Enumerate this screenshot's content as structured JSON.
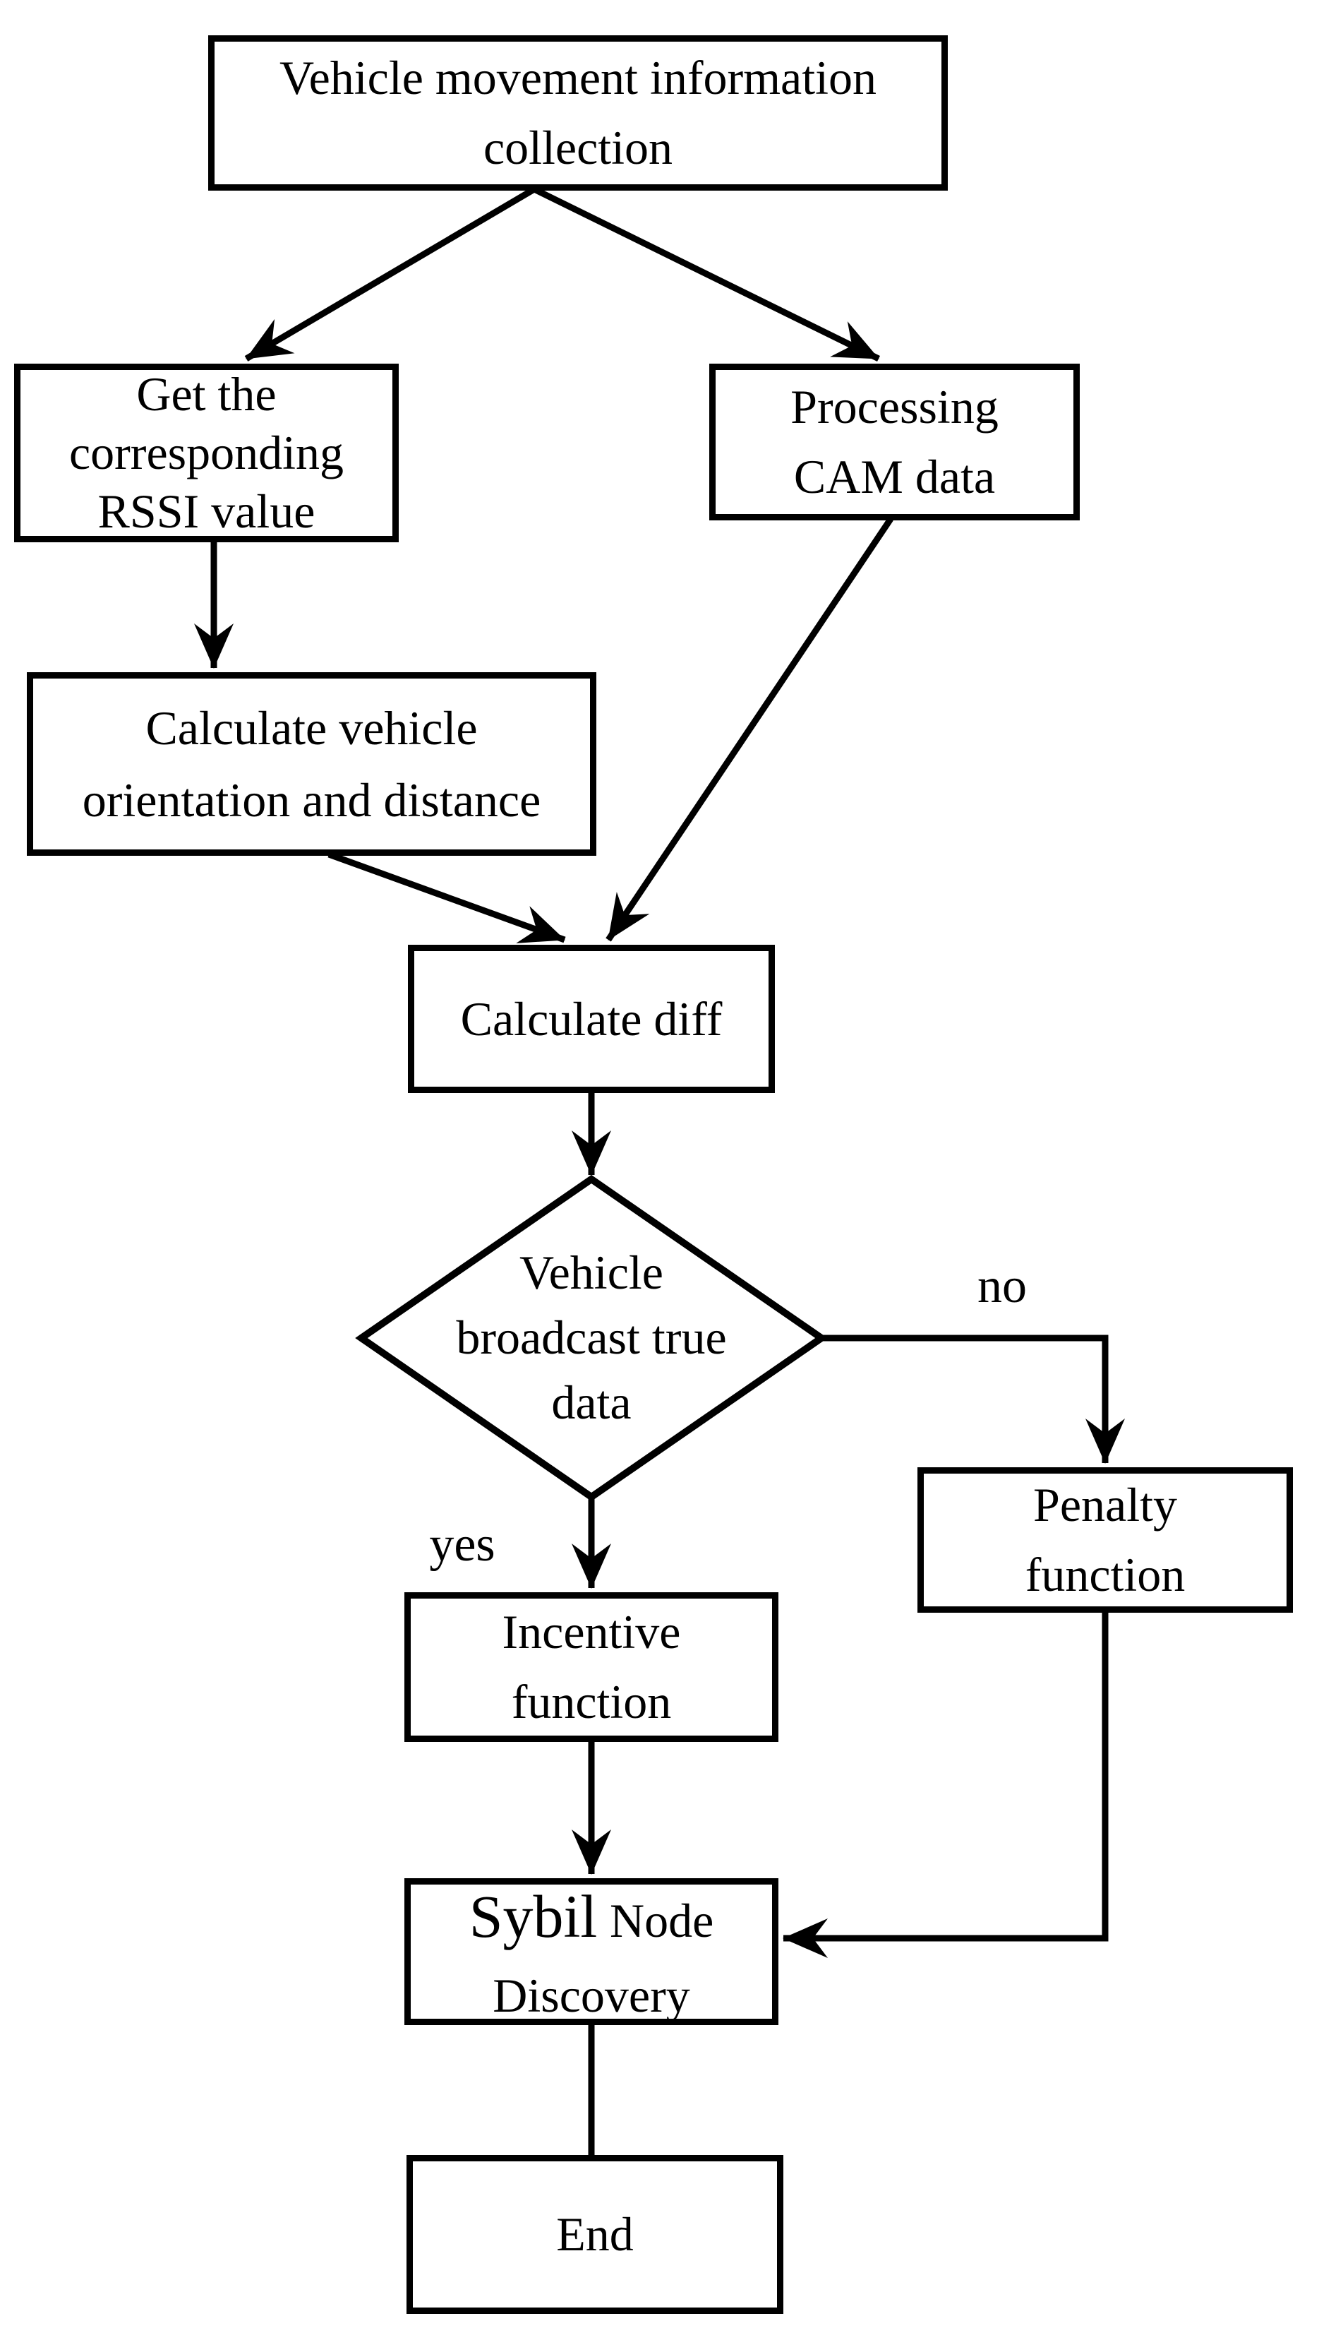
{
  "colors": {
    "stroke": "#000000",
    "background": "#ffffff"
  },
  "nodes": {
    "collect": {
      "line1": "Vehicle movement information",
      "line2": "collection"
    },
    "rssi": {
      "line1": "Get the",
      "line2": "corresponding",
      "line3": "RSSI value"
    },
    "cam": {
      "line1": "Processing",
      "line2": "CAM data"
    },
    "orientation": {
      "line1": "Calculate vehicle",
      "line2": "orientation and distance"
    },
    "diff": {
      "line1": "Calculate diff"
    },
    "decision": {
      "line1": "Vehicle",
      "line2": "broadcast true",
      "line3": "data"
    },
    "penalty": {
      "line1": "Penalty",
      "line2": "function"
    },
    "incentive": {
      "line1": "Incentive",
      "line2": "function"
    },
    "sybil": {
      "word1": "Sybil",
      "word2": "Node",
      "line2": "Discovery"
    },
    "end": {
      "line1": "End"
    }
  },
  "edge_labels": {
    "no": "no",
    "yes": "yes"
  }
}
